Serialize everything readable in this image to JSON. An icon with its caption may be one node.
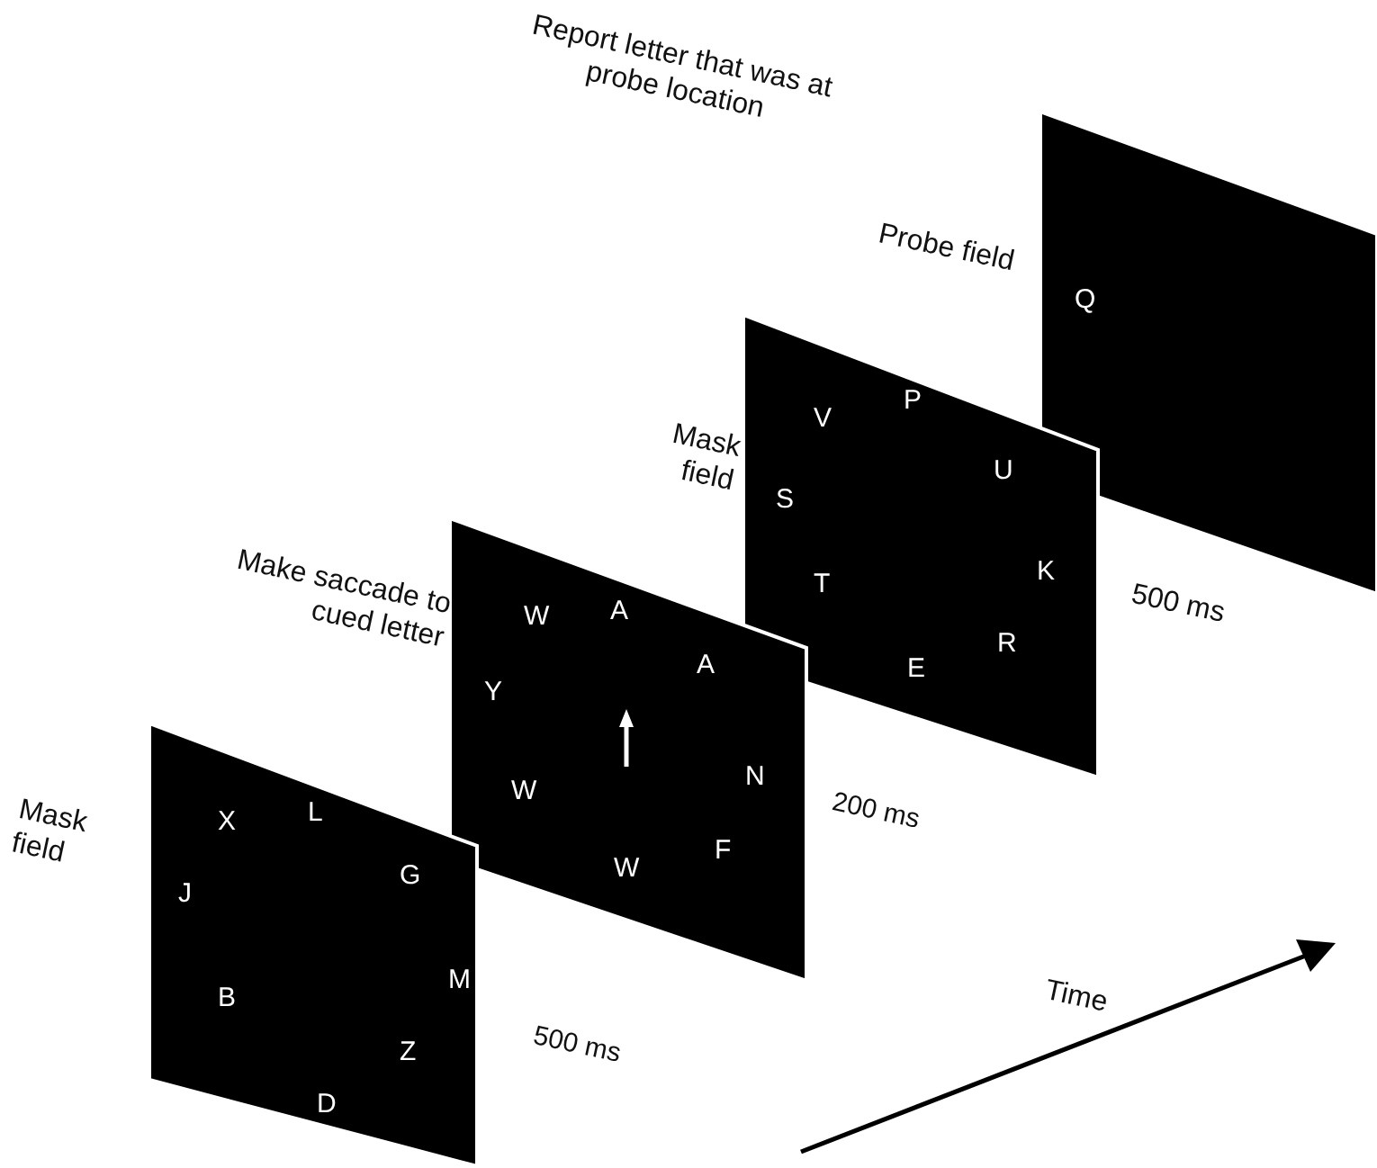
{
  "diagram": {
    "nodes": [
      {
        "text": [
          "Mask field",
          "X",
          "L",
          "J",
          "G",
          "M",
          "B",
          "Z",
          "D"
        ],
        "beside": [
          "500 ms"
        ]
      },
      {
        "text": [
          "Make saccade to cued letter",
          "W",
          "A",
          "A",
          "Y",
          "W",
          "N",
          "F",
          "W"
        ],
        "beside": [
          "200 ms"
        ]
      },
      {
        "text": [
          "Mask field",
          "V",
          "P",
          "U",
          "S",
          "K",
          "T",
          "R",
          "E"
        ]
      },
      {
        "text": [
          "Probe field",
          "Q"
        ]
      }
    ],
    "labels": [
      "Report letter that was at probe location",
      "500 ms",
      "Time"
    ]
  }
}
